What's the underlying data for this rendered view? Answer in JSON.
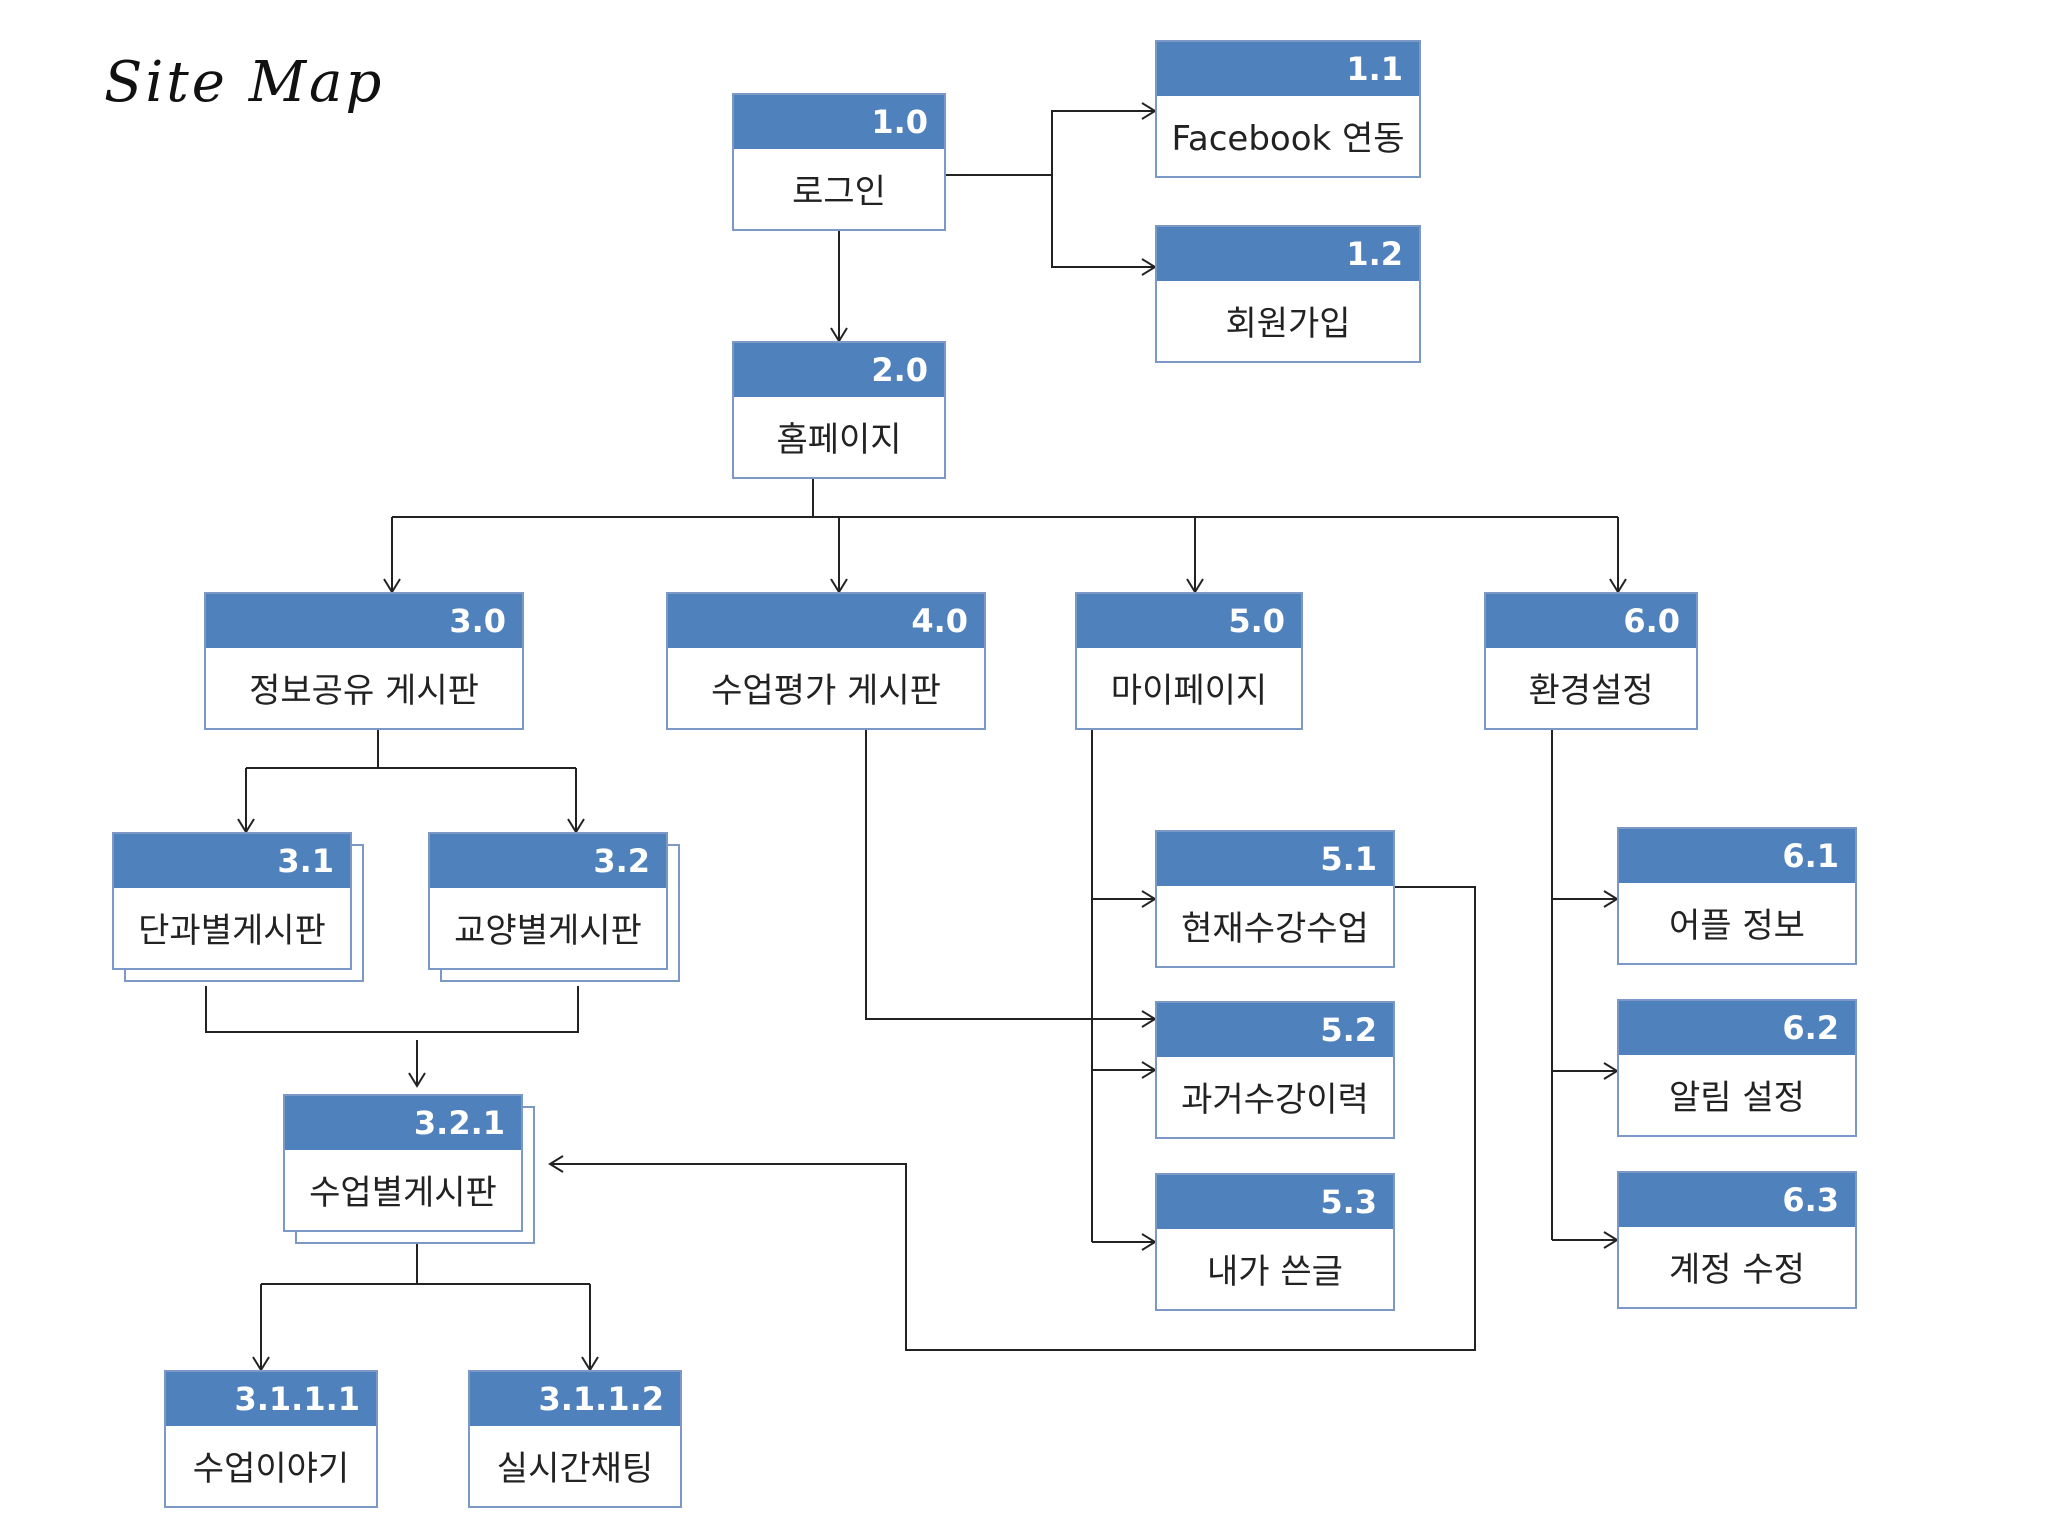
{
  "title": "Site Map",
  "colors": {
    "header": "#4f81bd",
    "border": "#7b98c6",
    "line": "#222222"
  },
  "nodes": {
    "n1_0": {
      "id": "1.0",
      "label": "로그인"
    },
    "n1_1": {
      "id": "1.1",
      "label": "Facebook 연동"
    },
    "n1_2": {
      "id": "1.2",
      "label": "회원가입"
    },
    "n2_0": {
      "id": "2.0",
      "label": "홈페이지"
    },
    "n3_0": {
      "id": "3.0",
      "label": "정보공유 게시판"
    },
    "n4_0": {
      "id": "4.0",
      "label": "수업평가 게시판"
    },
    "n5_0": {
      "id": "5.0",
      "label": "마이페이지"
    },
    "n6_0": {
      "id": "6.0",
      "label": "환경설정"
    },
    "n3_1": {
      "id": "3.1",
      "label": "단과별게시판"
    },
    "n3_2": {
      "id": "3.2",
      "label": "교양별게시판"
    },
    "n3_2_1": {
      "id": "3.2.1",
      "label": "수업별게시판"
    },
    "n3_1_1_1": {
      "id": "3.1.1.1",
      "label": "수업이야기"
    },
    "n3_1_1_2": {
      "id": "3.1.1.2",
      "label": "실시간채팅"
    },
    "n5_1": {
      "id": "5.1",
      "label": "현재수강수업"
    },
    "n5_2": {
      "id": "5.2",
      "label": "과거수강이력"
    },
    "n5_3": {
      "id": "5.3",
      "label": "내가 쓴글"
    },
    "n6_1": {
      "id": "6.1",
      "label": "어플 정보"
    },
    "n6_2": {
      "id": "6.2",
      "label": "알림 설정"
    },
    "n6_3": {
      "id": "6.3",
      "label": "계정 수정"
    }
  }
}
